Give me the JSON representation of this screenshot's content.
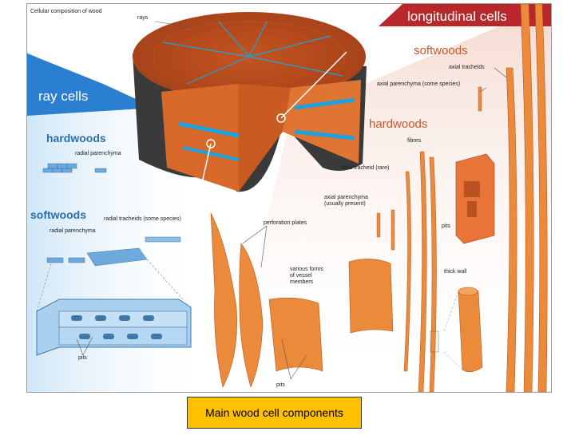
{
  "figure": {
    "title": "Cellular composition of wood",
    "banners": {
      "ray_cells": "ray cells",
      "longitudinal_cells": "longitudinal cells"
    },
    "headings": {
      "hardwoods_left": "hardwoods",
      "softwoods_left": "softwoods",
      "softwoods_right": "softwoods",
      "hardwoods_right": "hardwoods"
    },
    "labels": {
      "rays": "rays",
      "radial_parenchyma_hw": "radial parenchyma",
      "radial_tracheids": "radial tracheids (some species)",
      "radial_parenchyma_sw": "radial parenchyma",
      "pits_left": "pits",
      "axial_tracheids": "axial tracheids",
      "axial_parenchyma_some": "axial parenchyma (some species)",
      "fibres": "fibres",
      "axial_tracheid_rare": "axial tracheid (rare)",
      "axial_parenchyma_usually": "axial parenchyma (usually present)",
      "perforation_plates": "perforation plates",
      "vessel_members": "various forms of vessel members",
      "pits_bottom": "pits",
      "pits_right": "pits",
      "thick_wall": "thick wall"
    },
    "colors": {
      "wood_orange": "#d9692a",
      "cell_orange": "#ec8a3c",
      "ray_blue": "#1aa3e0",
      "banner_blue": "#2a7fd0",
      "banner_red": "#b8282a",
      "bark": "#3a3a3a"
    }
  },
  "caption": "Main wood cell components"
}
